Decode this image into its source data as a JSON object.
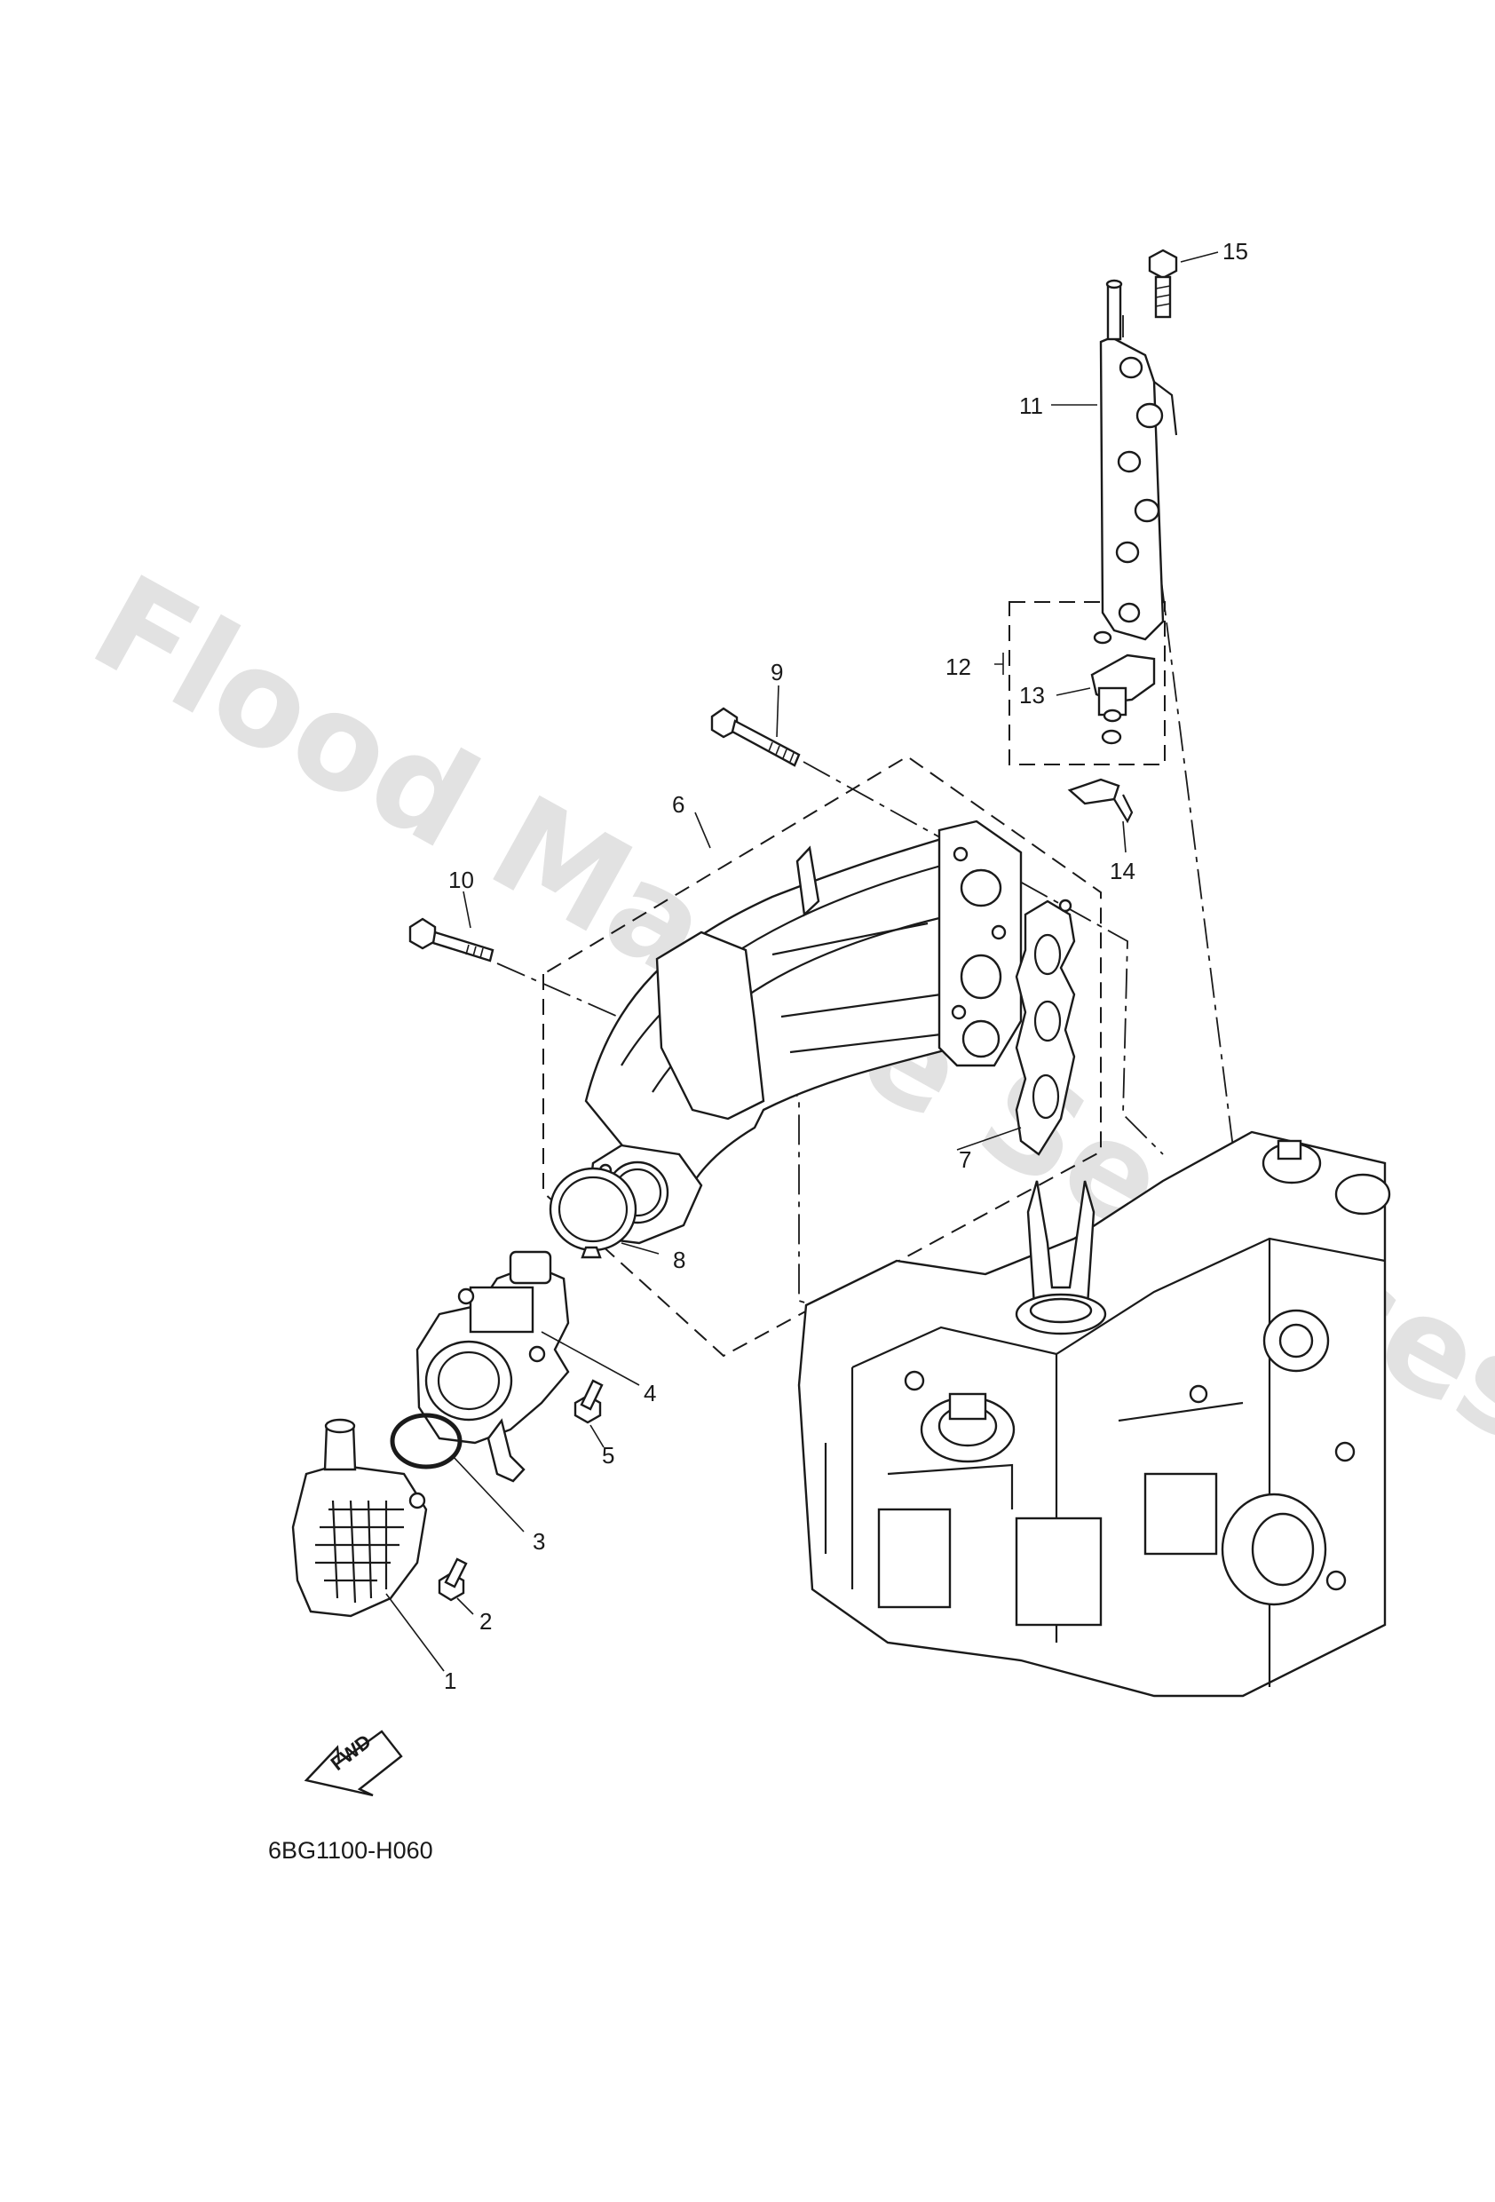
{
  "watermark": "Flood Marine Services",
  "diagram_code": "6BG1100-H060",
  "fwd_label": "FWD",
  "callouts": [
    "1",
    "2",
    "3",
    "4",
    "5",
    "6",
    "7",
    "8",
    "9",
    "10",
    "11",
    "12",
    "13",
    "14",
    "15"
  ]
}
